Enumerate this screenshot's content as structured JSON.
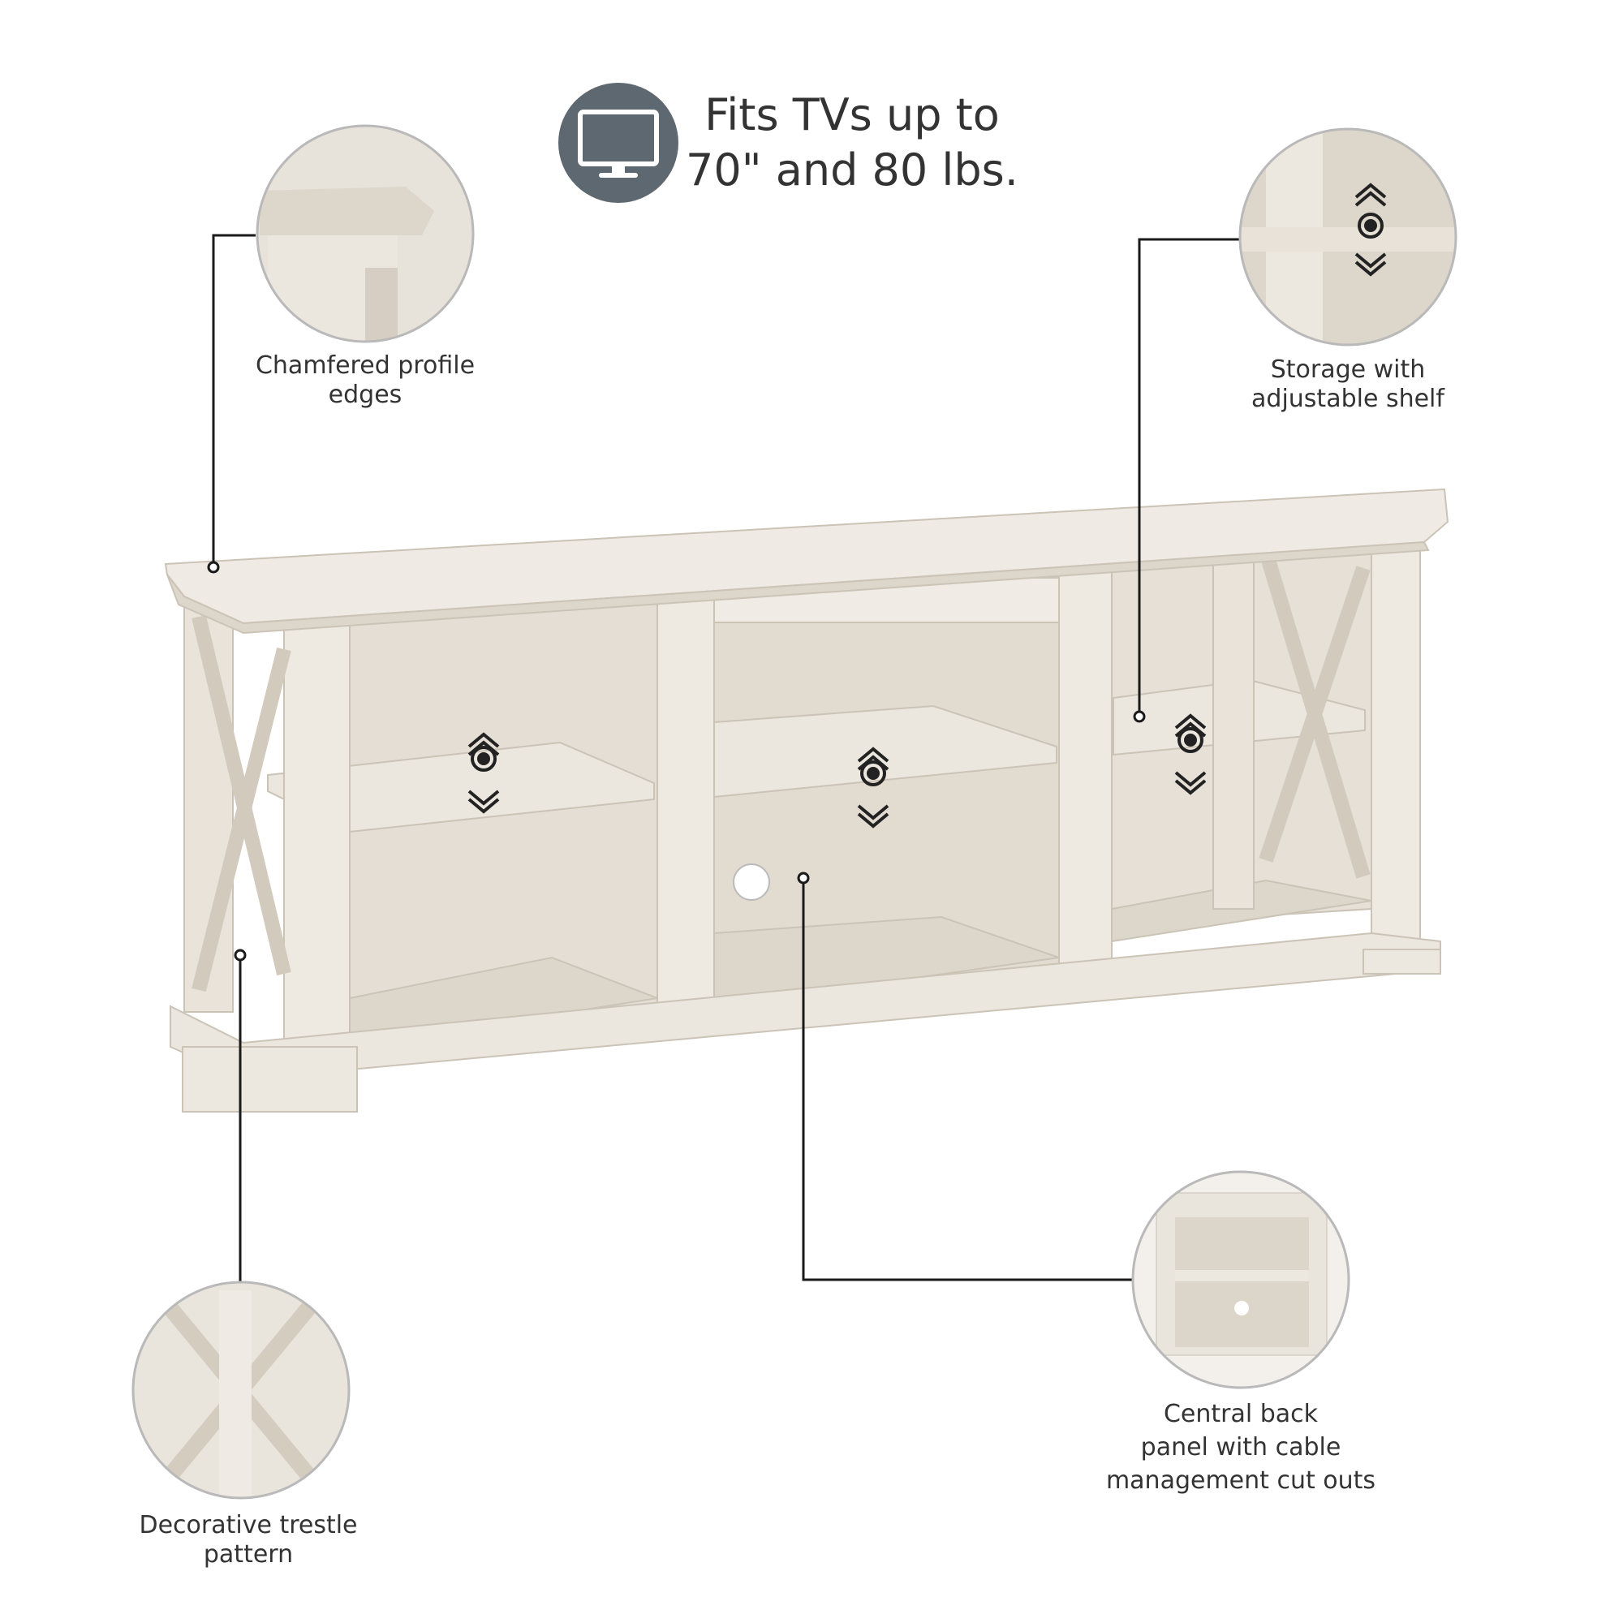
{
  "headline": {
    "icon": "tv-monitor-icon",
    "line1": "Fits TVs up to",
    "line2": "70\" and 80 lbs."
  },
  "callouts": {
    "chamfered": {
      "line1": "Chamfered profile",
      "line2": "edges"
    },
    "storage": {
      "line1": "Storage with",
      "line2": "adjustable shelf"
    },
    "trestle": {
      "line1": "Decorative trestle",
      "line2": "pattern"
    },
    "central": {
      "line1": "Central back",
      "line2": "panel with cable",
      "line3": "management cut outs"
    }
  },
  "colors": {
    "icon_circle": "#5d6870",
    "wood": "#ece7df",
    "line": "#1a1a1a"
  }
}
